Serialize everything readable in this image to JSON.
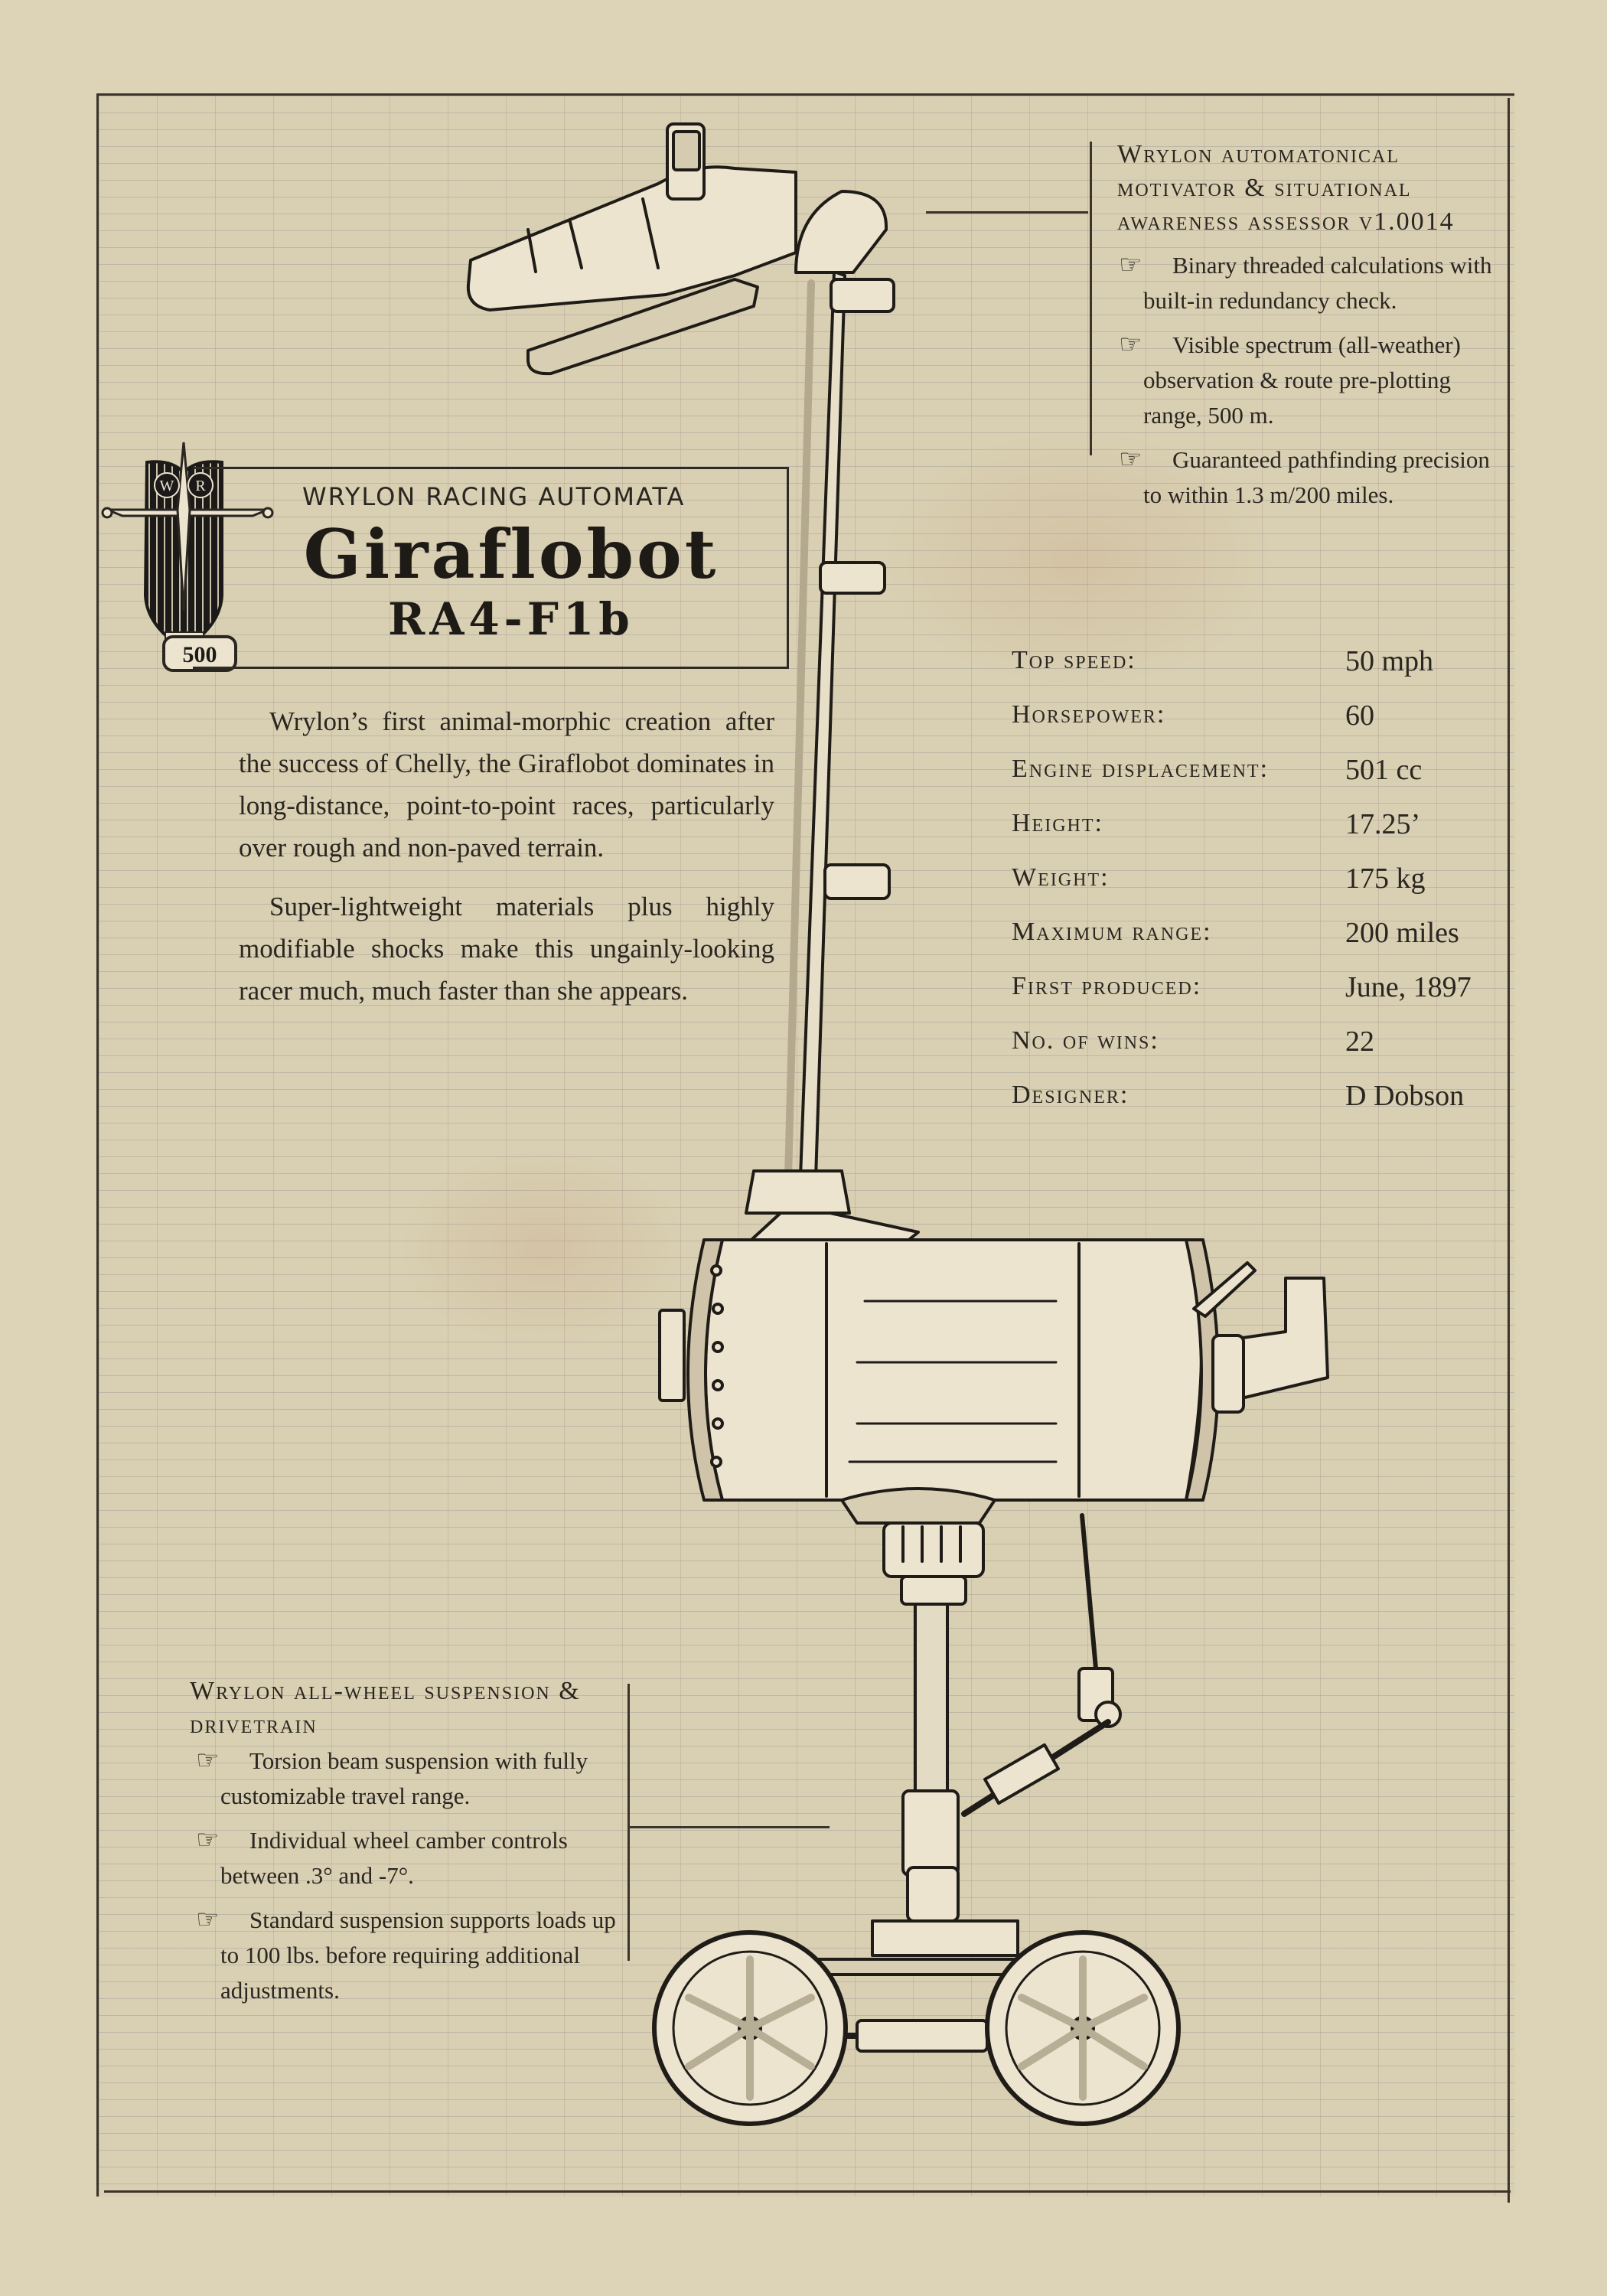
{
  "header": {
    "brand_sub": "WRYLON RACING AUTOMATA",
    "name": "Giraflobot",
    "model": "RA4-F1b",
    "emblem_letters": [
      "W",
      "R"
    ],
    "emblem_number": "500"
  },
  "intro": {
    "paragraphs": [
      "Wrylon’s first animal-morphic creation after the success of Chelly, the Giraflobot dominates in long-distance, point-to-point races, particularly over rough and non-paved terrain.",
      "Super-lightweight materials plus highly modifiable shocks make this ungainly-looking racer much, much faster than she appears."
    ]
  },
  "motivator": {
    "title": "Wrylon automatonical motivator & situational awareness assessor v1.0014",
    "bullets": [
      "Binary threaded calculations with built-in redundancy check.",
      "Visible spectrum (all-weather) observation & route pre-plotting range, 500 m.",
      "Guaranteed pathfinding precision to within 1.3 m/200 miles."
    ]
  },
  "specs": [
    {
      "label": "Top speed:",
      "value": "50 mph"
    },
    {
      "label": "Horsepower:",
      "value": "60"
    },
    {
      "label": "Engine displacement:",
      "value": "501 cc"
    },
    {
      "label": "Height:",
      "value": "17.25’"
    },
    {
      "label": "Weight:",
      "value": "175 kg"
    },
    {
      "label": "Maximum range:",
      "value": "200 miles"
    },
    {
      "label": "First produced:",
      "value": "June, 1897"
    },
    {
      "label": "No. of wins:",
      "value": "22"
    },
    {
      "label": "Designer:",
      "value": "D Dobson"
    }
  ],
  "suspension": {
    "title": "Wrylon all-wheel suspension & drivetrain",
    "bullets": [
      "Torsion beam suspension with fully customizable travel range.",
      "Individual wheel camber controls between .3° and -7°.",
      "Standard suspension supports loads up to 100 lbs. before requiring additional adjustments."
    ]
  },
  "icons": {
    "bullet": "pointing-hand-icon",
    "bullet_glyph": "☞",
    "emblem": "wrylon-shield-emblem"
  },
  "colors": {
    "paper": "#ddd3b6",
    "ink": "#2a2620",
    "metal_light": "#ece4cf",
    "metal_shadow": "#a89d84"
  }
}
